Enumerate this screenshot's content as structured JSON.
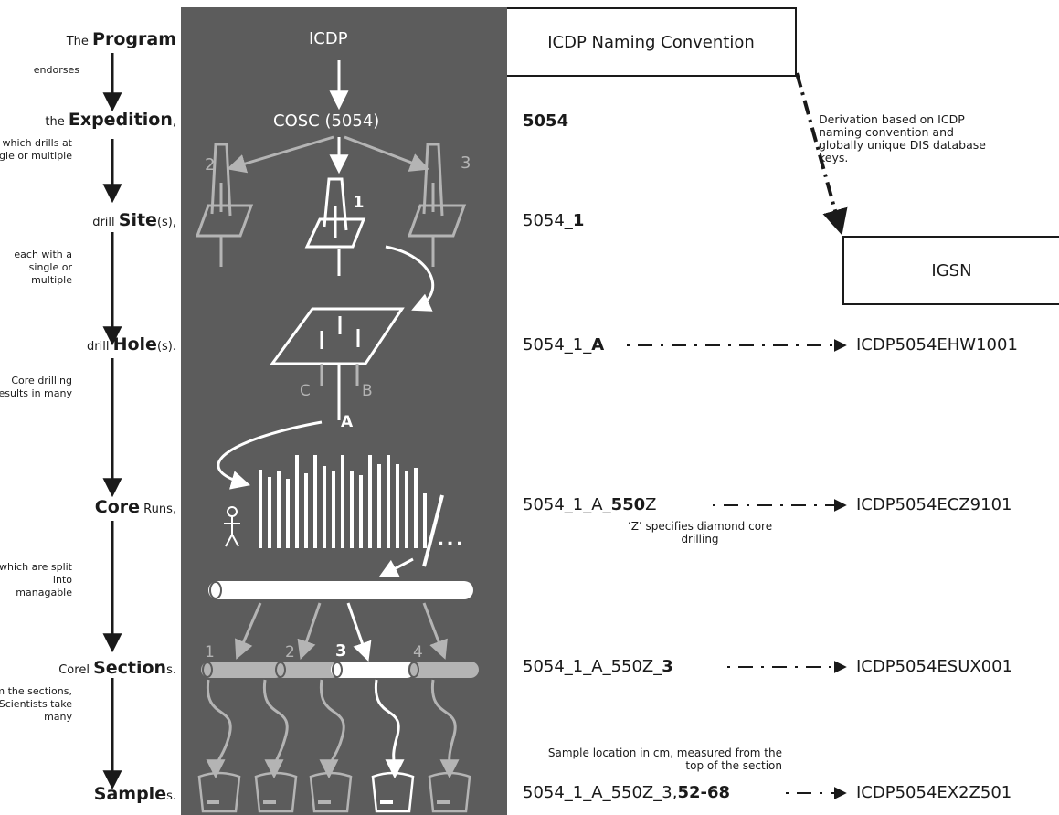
{
  "left_labels": {
    "program": {
      "prefix": "The ",
      "key": "Program",
      "suffix": ""
    },
    "program_verb": "endorses",
    "expedition": {
      "prefix": "the ",
      "key": "Expedition",
      "suffix": ","
    },
    "expedition_verb": "which drills at single or multiple",
    "site": {
      "prefix": "drill ",
      "key": "Site",
      "suffix": "(s),"
    },
    "site_verb": "each with a single or multiple",
    "hole": {
      "prefix": "drill ",
      "key": "Hole",
      "suffix": "(s)."
    },
    "hole_verb": "Core drilling results in many",
    "core": {
      "prefix": "",
      "key": "Core",
      "suffix": " Runs,"
    },
    "core_verb": "which are split into managable",
    "section": {
      "prefix": "Corel ",
      "key": "Section",
      "suffix": "s."
    },
    "section_verb": "From the sections, the Scientists take many",
    "sample": {
      "prefix": "",
      "key": "Sample",
      "suffix": "s."
    }
  },
  "panel": {
    "icdp": "ICDP",
    "cosc": "COSC (5054)",
    "site_main": "1",
    "site_left": "2",
    "site_right": "3",
    "hole_a": "A",
    "hole_b": "B",
    "hole_c": "C",
    "ellipsis": "...",
    "section_nums": [
      "1",
      "2",
      "3",
      "4"
    ]
  },
  "naming": {
    "header": "ICDP Naming Convention",
    "expedition": {
      "plain": "",
      "bold": "5054"
    },
    "site": {
      "plain": "5054_",
      "bold": "1"
    },
    "hole": {
      "plain": "5054_1_",
      "bold": "A"
    },
    "core": {
      "plain": "5054_1_A_",
      "bold": "550",
      "tail": "Z"
    },
    "core_note": "‘Z’ specifies diamond core drilling",
    "section": {
      "plain": "5054_1_A_550Z_",
      "bold": "3"
    },
    "sample": {
      "plain": "5054_1_A_550Z_3,",
      "bold": "52-68"
    },
    "sample_note": "Sample location in cm, measured from the top of the section"
  },
  "igsn": {
    "box_label": "IGSN",
    "derivation_note": "Derivation based on ICDP naming convention and globally unique DIS database keys.",
    "hole": "ICDP5054EHW1001",
    "core": "ICDP5054ECZ9101",
    "section": "ICDP5054ESUX001",
    "sample": "ICDP5054EX2Z501"
  },
  "colors": {
    "panel": "#5c5c5c",
    "white": "#ffffff",
    "grey": "#b4b4b4",
    "ink": "#1a1a1a"
  }
}
